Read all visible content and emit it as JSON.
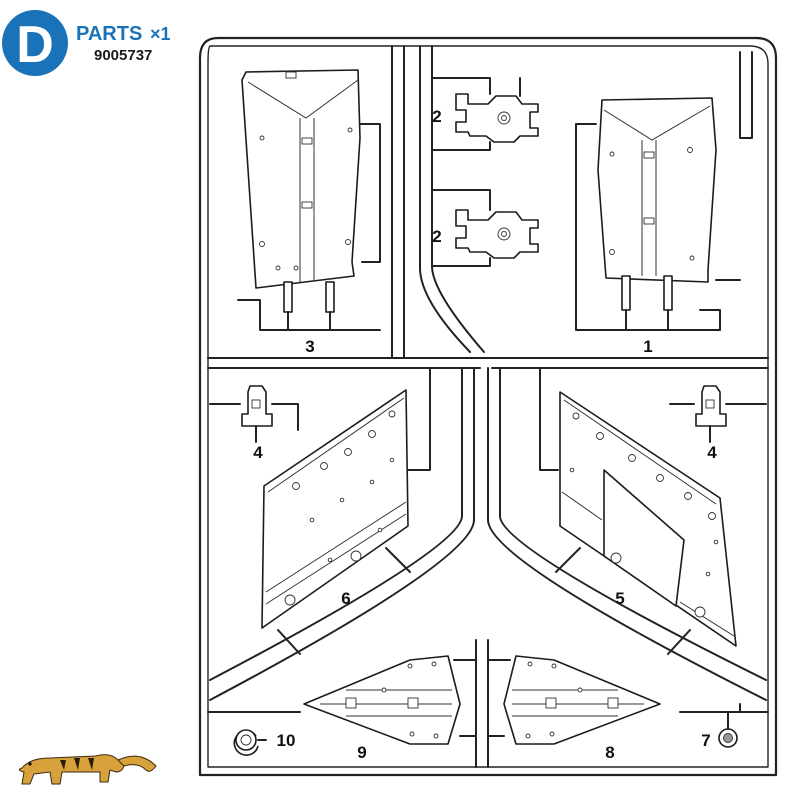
{
  "header": {
    "letter": "D",
    "title": "PARTS",
    "quantity": "×1",
    "part_number": "9005737"
  },
  "parts": {
    "p1": "1",
    "p2a": "2",
    "p2b": "2",
    "p3": "3",
    "p4a": "4",
    "p4b": "4",
    "p5": "5",
    "p6": "6",
    "p7": "7",
    "p8": "8",
    "p9": "9",
    "p10": "10"
  },
  "colors": {
    "brand_blue": "#1a73b8",
    "line": "#222222",
    "logo": "#d7a13b"
  },
  "logo_icon": "tiger-icon"
}
